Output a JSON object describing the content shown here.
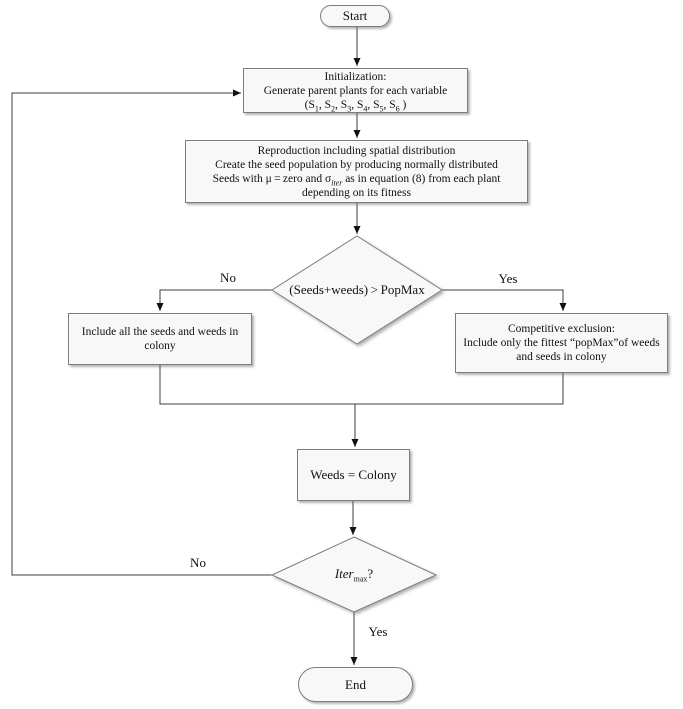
{
  "nodes": {
    "start": {
      "label": "Start"
    },
    "init": {
      "line1": "Initialization:",
      "line2": "Generate parent plants for each variable",
      "vars": {
        "open": "(",
        "items": [
          {
            "base": "S",
            "sub": "1",
            "sep": ", "
          },
          {
            "base": "S",
            "sub": "2",
            "sep": ", "
          },
          {
            "base": "S",
            "sub": "3",
            "sep": ", "
          },
          {
            "base": "S",
            "sub": "4",
            "sep": ", "
          },
          {
            "base": "S",
            "sub": "5",
            "sep": ", "
          },
          {
            "base": "S",
            "sub": "6",
            "sep": " )"
          }
        ]
      }
    },
    "reproduction": {
      "line1": "Reproduction including spatial distribution",
      "line2": "Create the seed population by producing normally distributed",
      "line3_pre": "Seeds with μ = zero and σ",
      "line3_sub": "iter",
      "line3_post": " as in equation (8) from each plant",
      "line4": "depending on its fitness"
    },
    "popmax_decision": {
      "label": "(Seeds+weeds) > PopMax"
    },
    "include_all": {
      "line1": "Include all the seeds and weeds in",
      "line2": "colony"
    },
    "competitive": {
      "line1": "Competitive exclusion:",
      "line2": "Include only the fittest “popMax”of weeds",
      "line3": "and seeds in colony"
    },
    "weeds_colony": {
      "label": "Weeds = Colony"
    },
    "iter_decision": {
      "pre": "Iter",
      "sub": "max",
      "post": "?"
    },
    "end": {
      "label": "End"
    }
  },
  "edge_labels": {
    "popmax_no": "No",
    "popmax_yes": "Yes",
    "iter_no": "No",
    "iter_yes": "Yes"
  },
  "colors": {
    "node_fill": "#f8f8f8",
    "node_border": "#7d7d7d",
    "line": "#3f3f3f",
    "arrowhead": "#111111",
    "text": "#111111"
  }
}
